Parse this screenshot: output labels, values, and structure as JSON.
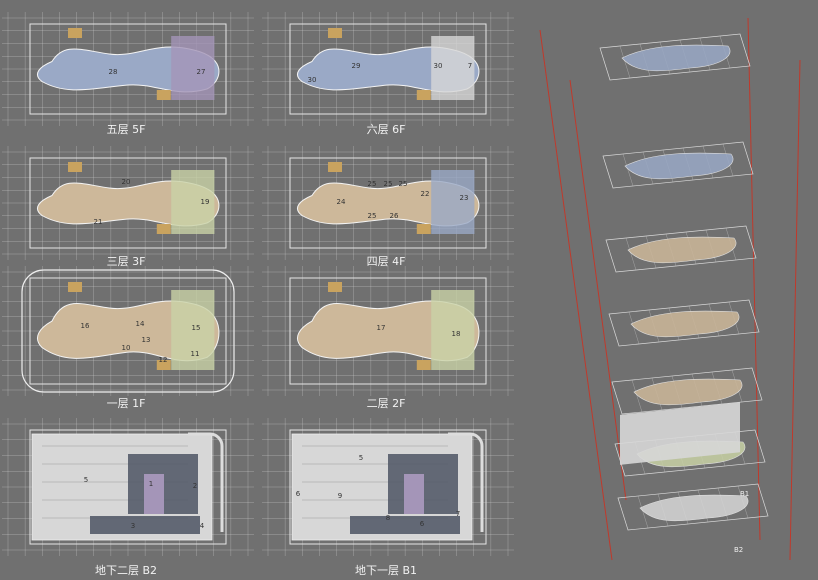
{
  "plans": [
    {
      "id": "5f",
      "caption": "五层 5F",
      "numbers": [
        "28",
        "27"
      ]
    },
    {
      "id": "6f",
      "caption": "六层 6F",
      "numbers": [
        "29",
        "30",
        "30",
        "7"
      ]
    },
    {
      "id": "3f",
      "caption": "三层 3F",
      "numbers": [
        "20",
        "19",
        "21"
      ]
    },
    {
      "id": "4f",
      "caption": "四层 4F",
      "numbers": [
        "25",
        "25",
        "25",
        "22",
        "24",
        "23",
        "25",
        "26"
      ]
    },
    {
      "id": "1f",
      "caption": "一层 1F",
      "numbers": [
        "16",
        "14",
        "15",
        "13",
        "10",
        "11",
        "12"
      ]
    },
    {
      "id": "2f",
      "caption": "二层 2F",
      "numbers": [
        "17",
        "18"
      ]
    },
    {
      "id": "b2",
      "caption": "地下二层 B2",
      "numbers": [
        "5",
        "1",
        "2",
        "3",
        "4"
      ]
    },
    {
      "id": "b1",
      "caption": "地下一层 B1",
      "numbers": [
        "5",
        "6",
        "9",
        "8",
        "6",
        "7"
      ]
    }
  ],
  "stack": {
    "labels": [
      "B1",
      "B2"
    ]
  },
  "colors": {
    "background": "#707070",
    "retail": "#cdb89a",
    "blue": "#9aa9c6",
    "purple": "#a495b8",
    "dark": "#4d5564",
    "light": "#d7d7d7",
    "green": "#c9d2a6",
    "red": "#c0392b"
  }
}
